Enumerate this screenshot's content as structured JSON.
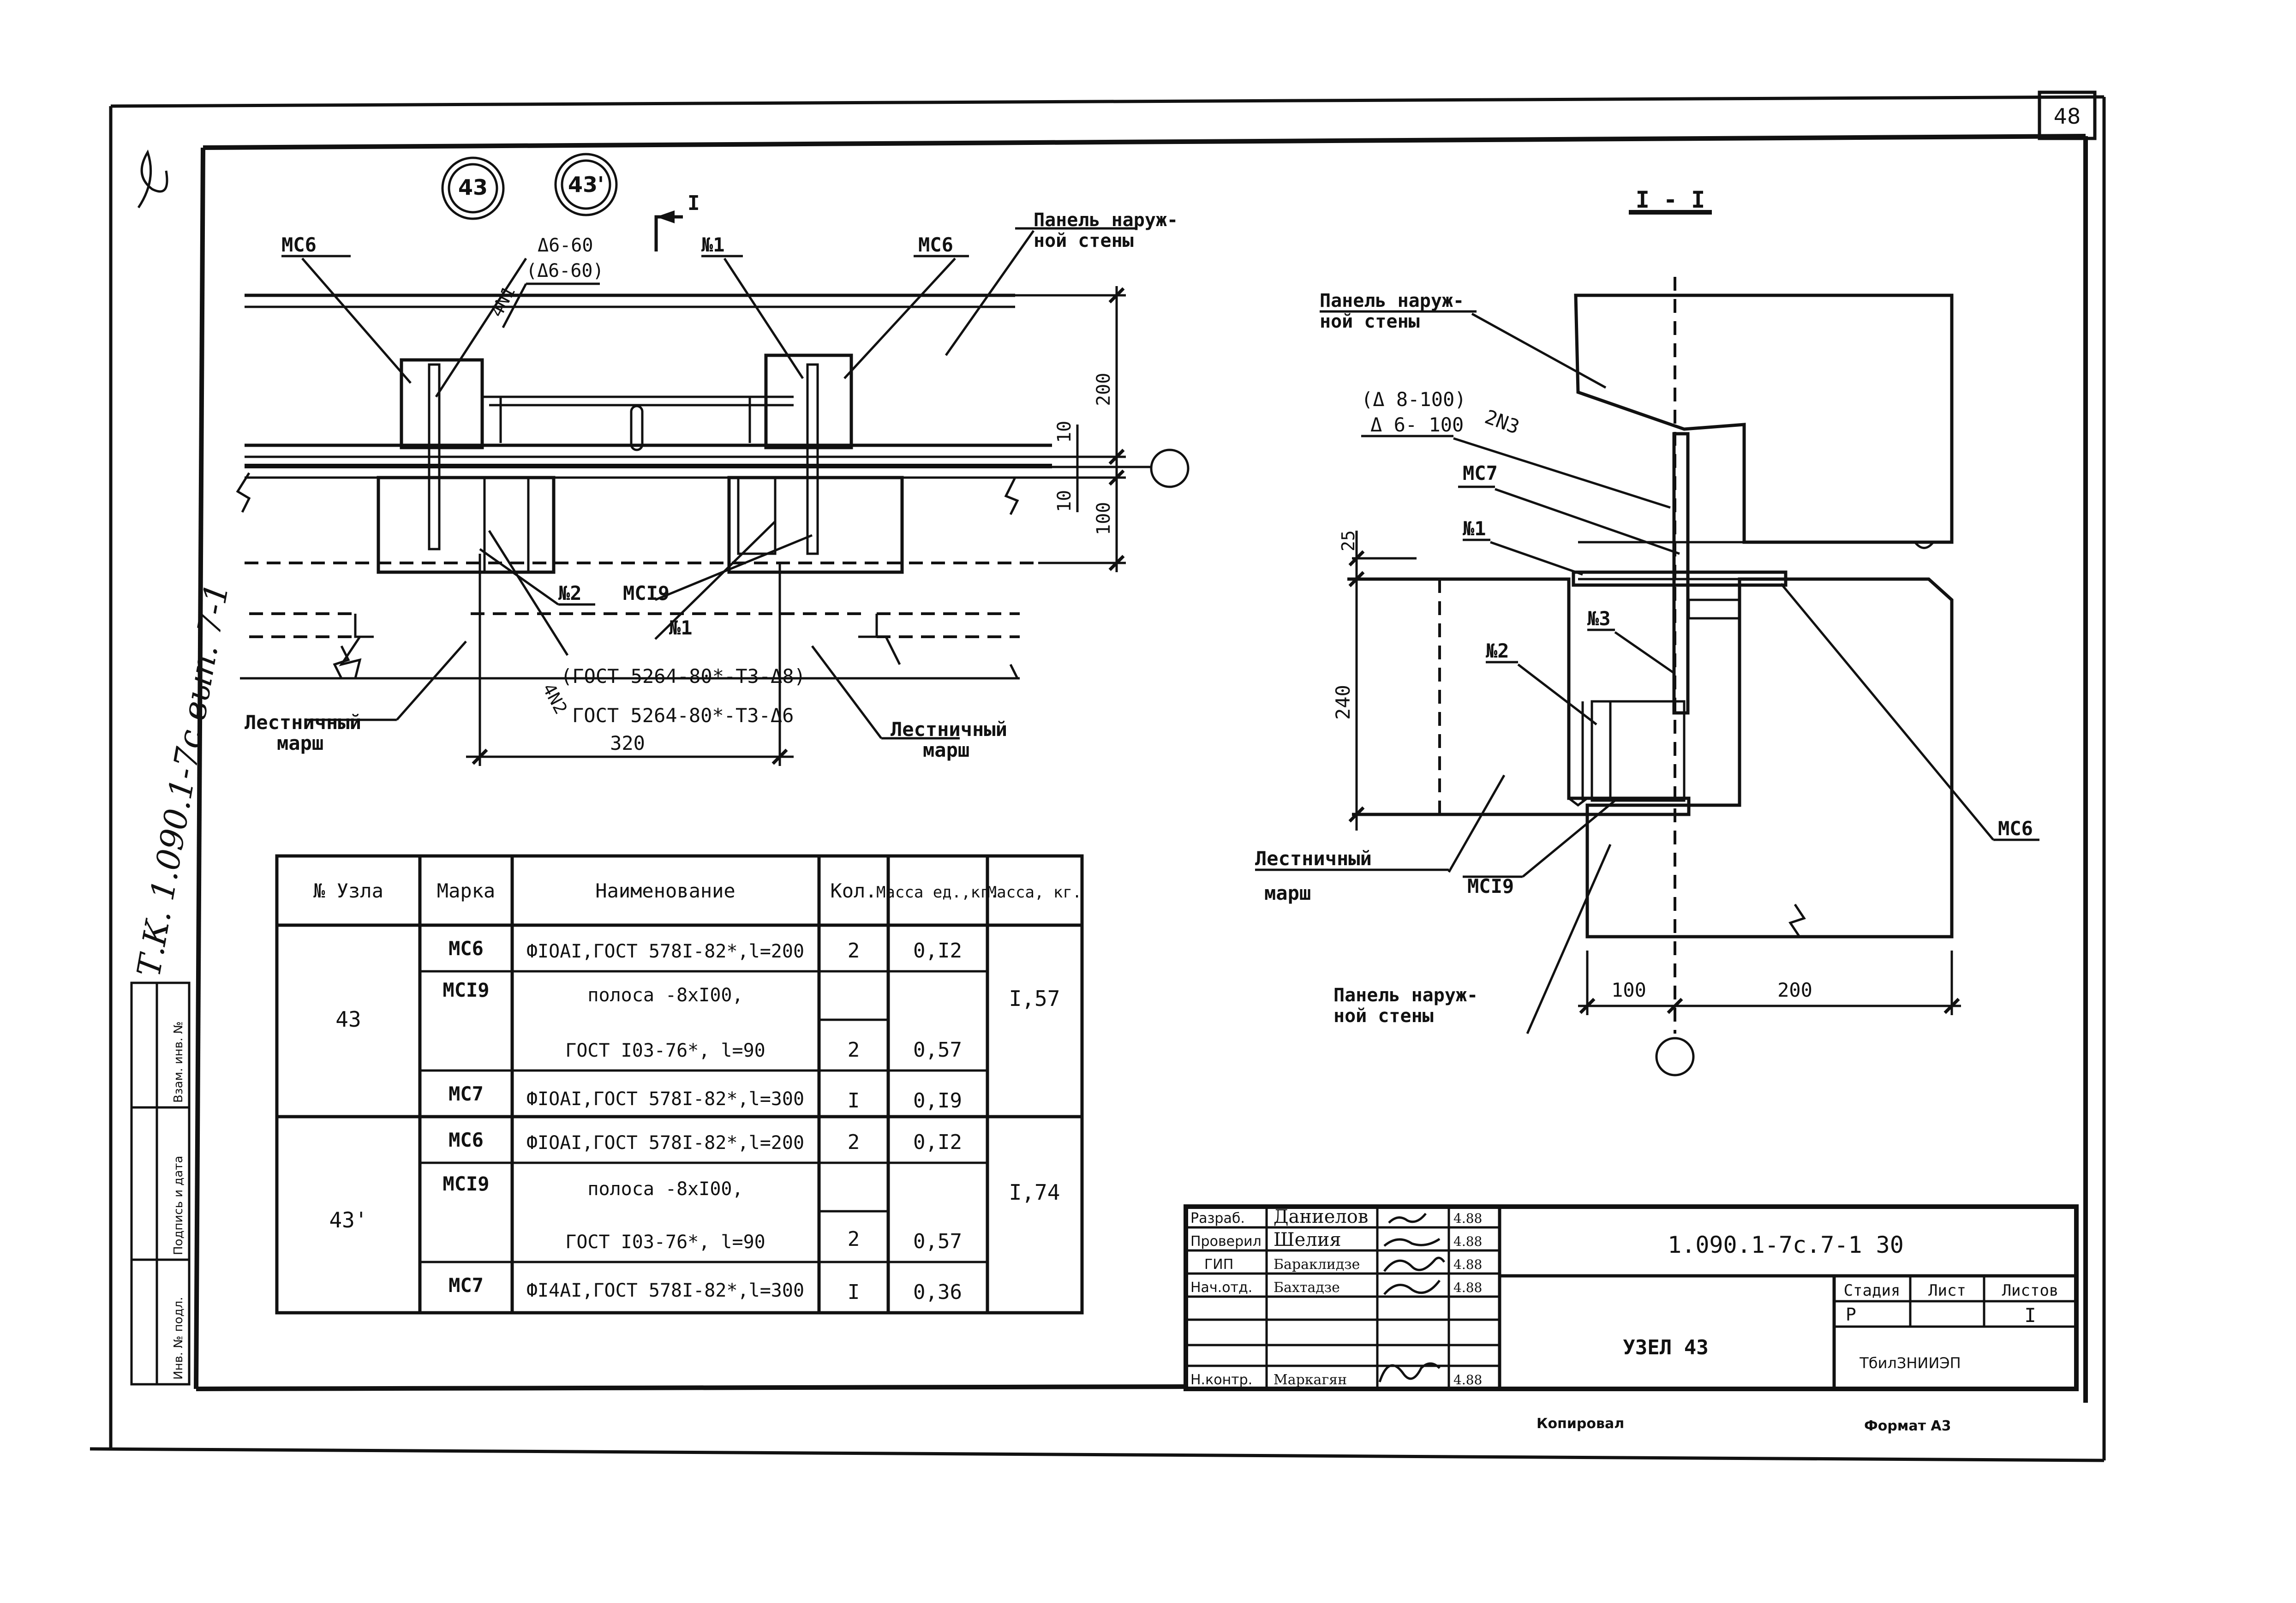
{
  "sheet": {
    "page_number": "48",
    "side_label": "Т.К. 1.090.1-7с вып. 7-1",
    "side_cols": [
      "Инв. № подл.",
      "Подпись и дата",
      "Взам. инв. №"
    ],
    "copied_label": "Копировал",
    "format_label": "Формат А3"
  },
  "plan": {
    "node_marks": [
      "43",
      "43'"
    ],
    "section_mark": "I",
    "mc6_left": "МС6",
    "mc6_right": "МС6",
    "n1_top": "№1",
    "n1_bottom": "№1",
    "n2": "№2",
    "mc19": "МСI9",
    "weld_top_mark": "4N1",
    "weld_top_a": "Δ6-60",
    "weld_top_b": "(Δ6-60)",
    "weld_bottom_mark": "4N2",
    "weld_bottom_a": "(ГОСТ 5264-80*-Т3-Δ8)",
    "weld_bottom_b": "ГОСТ 5264-80*-Т3-Δ6",
    "dim_320": "320",
    "dim_200": "200",
    "dim_10a": "10",
    "dim_10b": "10",
    "dim_100": "100",
    "panel_label_1": "Панель наруж-",
    "panel_label_2": "ной стены",
    "stair_left_1": "Лестничный",
    "stair_left_2": "марш",
    "stair_right_1": "Лестничный",
    "stair_right_2": "марш"
  },
  "section": {
    "title": "I - I",
    "panel_top_1": "Панель наруж-",
    "panel_top_2": "ной стены",
    "weld_a": "(Δ 8-100)",
    "weld_b": "Δ 6- 100",
    "weld_mark": "2N3",
    "mc7": "МС7",
    "n1": "№1",
    "n3": "№3",
    "n2": "№2",
    "mc6": "МС6",
    "mc19": "МСI9",
    "stair_1": "Лестничный",
    "stair_2": "марш",
    "panel_bot_1": "Панель наруж-",
    "panel_bot_2": "ной стены",
    "dim_25": "25",
    "dim_240": "240",
    "dim_100": "100",
    "dim_200": "200"
  },
  "spec_table": {
    "headers": [
      "№ Узла",
      "Марка",
      "Наименование",
      "Кол.",
      "Масса ед.,кг.",
      "Масса, кг."
    ],
    "groups": [
      {
        "node": "43",
        "total": "I,57",
        "rows": [
          {
            "mark": "МС6",
            "name": [
              "ФIОАI,ГОСТ 578I-82*,l=200"
            ],
            "qty": "2",
            "mass": "0,I2"
          },
          {
            "mark": "МСI9",
            "name": [
              "полоса -8хI00,",
              "ГОСТ I03-76*,     l=90"
            ],
            "qty": "2",
            "mass": "0,57"
          },
          {
            "mark": "МС7",
            "name": [
              "ФIОАI,ГОСТ 578I-82*,l=300"
            ],
            "qty": "I",
            "mass": "0,I9"
          }
        ]
      },
      {
        "node": "43'",
        "total": "I,74",
        "rows": [
          {
            "mark": "МС6",
            "name": [
              "ФIОАI,ГОСТ 578I-82*,l=200"
            ],
            "qty": "2",
            "mass": "0,I2"
          },
          {
            "mark": "МСI9",
            "name": [
              "полоса -8хI00,",
              "ГОСТ I03-76*,     l=90"
            ],
            "qty": "2",
            "mass": "0,57"
          },
          {
            "mark": "МС7",
            "name": [
              "ФI4АI,ГОСТ 578I-82*,l=300"
            ],
            "qty": "I",
            "mass": "0,36"
          }
        ]
      }
    ]
  },
  "title_block": {
    "roles": [
      {
        "role": "Разраб.",
        "name": "Даниелов",
        "date": "4.88"
      },
      {
        "role": "Проверил",
        "name": "Шелия",
        "date": "4.88"
      },
      {
        "role": "ГИП",
        "name": "Бараклидзе",
        "date": "4.88"
      },
      {
        "role": "Нач.отд.",
        "name": "Бахтадзе",
        "date": "4.88"
      },
      {
        "role": "",
        "name": "",
        "date": ""
      },
      {
        "role": "",
        "name": "",
        "date": ""
      },
      {
        "role": "Н.контр.",
        "name": "Маркагян",
        "date": "4.88"
      }
    ],
    "code": "1.090.1-7с.7-1 30",
    "title": "УЗЕЛ 43",
    "stage_header": "Стадия",
    "sheet_header": "Лист",
    "sheets_header": "Листов",
    "stage": "Р",
    "sheets": "I",
    "organization": "ТбилЗНИИЭП"
  }
}
